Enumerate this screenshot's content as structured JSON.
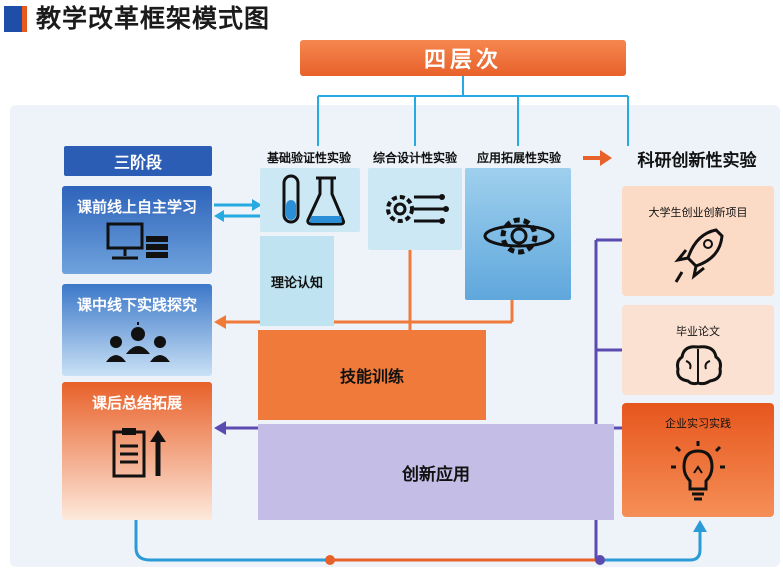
{
  "title": "教学改革框架模式图",
  "four_levels": "四层次",
  "three_stages": "三阶段",
  "stages": [
    {
      "label": "课前线上自主学习",
      "icon": "computer-stack-icon"
    },
    {
      "label": "课中线下实践探究",
      "icon": "group-people-icon"
    },
    {
      "label": "课后总结拓展",
      "icon": "clipboard-arrow-icon"
    }
  ],
  "experiments": [
    {
      "label": "基础验证性实验",
      "icon": "test-tube-flask-icon"
    },
    {
      "label": "综合设计性实验",
      "icon": "gear-circuit-icon"
    },
    {
      "label": "应用拓展性实验",
      "icon": "gear-orbit-icon"
    }
  ],
  "theory": "理论认知",
  "research_label": "科研创新性实验",
  "research_items": [
    {
      "label": "大学生创业创新项目",
      "icon": "rocket-icon"
    },
    {
      "label": "毕业论文",
      "icon": "brain-icon"
    },
    {
      "label": "企业实习实践",
      "icon": "lightbulb-icon"
    }
  ],
  "skill": "技能训练",
  "innovation": "创新应用",
  "colors": {
    "blue": "#2b5db5",
    "orange": "#e8612a",
    "purple": "#6a55b8",
    "cyan": "#27a9e1"
  }
}
